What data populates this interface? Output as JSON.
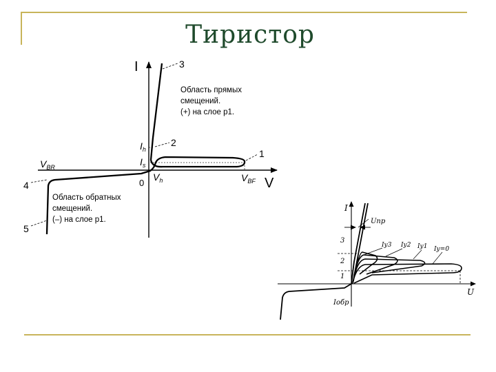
{
  "slide": {
    "title": "Тиристор",
    "accent_color": "#c8b45a",
    "title_color": "#1f4a2c"
  },
  "diagram1": {
    "axis_i": "I",
    "axis_v": "V",
    "origin": "0",
    "ih_main": "I",
    "ih_sub": "h",
    "is_main": "I",
    "is_sub": "s",
    "vbr_main": "V",
    "vbr_sub": "BR",
    "vh_main": "V",
    "vh_sub": "h",
    "vbf_main": "V",
    "vbf_sub": "BF",
    "point_1": "1",
    "point_2": "2",
    "point_3": "3",
    "point_4": "4",
    "point_5": "5",
    "forward_region": {
      "line1": "Область прямых",
      "line2": "смещений.",
      "line3": "(+) на слое p1."
    },
    "reverse_region": {
      "line1": "Область обратных",
      "line2": "смещений.",
      "line3": "(–) на слое p1."
    }
  },
  "diagram2": {
    "axis_i": "I",
    "axis_u": "U",
    "u_np": "Uпр",
    "i_obr": "Iобр",
    "level_1": "1",
    "level_2": "2",
    "level_3": "3",
    "iy3": "Iу3",
    "iy2": "Iу2",
    "iy1": "Iу1",
    "iy0": "Iу=0"
  }
}
